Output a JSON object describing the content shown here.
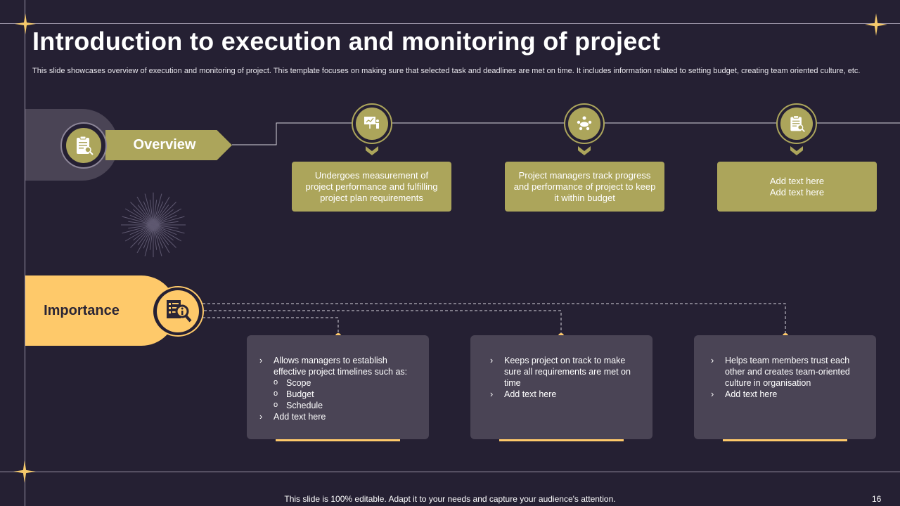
{
  "title": "Introduction to execution and monitoring of project",
  "subtitle": "This slide showcases overview of execution and monitoring of project. This template focuses on making sure that selected task and deadlines are met on time. It includes information related to setting budget, creating team oriented culture, etc.",
  "overview": {
    "label": "Overview",
    "icon": "clipboard-search-icon",
    "steps": [
      {
        "icon": "presentation-icon",
        "text": "Undergoes measurement of project performance and fulfilling project plan requirements"
      },
      {
        "icon": "team-meeting-icon",
        "text": "Project managers track progress and performance of project to keep it within budget"
      },
      {
        "icon": "clipboard-search-icon",
        "text": "Add text here\nAdd text here"
      }
    ]
  },
  "importance": {
    "label": "Importance",
    "icon": "document-info-search-icon",
    "cards": [
      {
        "bullets": [
          "Allows managers to establish effective project timelines such as:"
        ],
        "sub": [
          "Scope",
          "Budget",
          "Schedule"
        ],
        "after": [
          "Add text here"
        ]
      },
      {
        "bullets": [
          "Keeps project on track to make sure all requirements are met on time",
          "Add text here"
        ]
      },
      {
        "bullets": [
          "Helps team members trust each other and creates team-oriented culture in organisation",
          "Add text here"
        ]
      }
    ]
  },
  "colors": {
    "background": "#252033",
    "olive": "#aca55b",
    "gold": "#fec96a",
    "card": "#4a4455"
  },
  "footer": "This slide is 100% editable. Adapt it to your needs and capture your audience's attention.",
  "page_number": "16"
}
